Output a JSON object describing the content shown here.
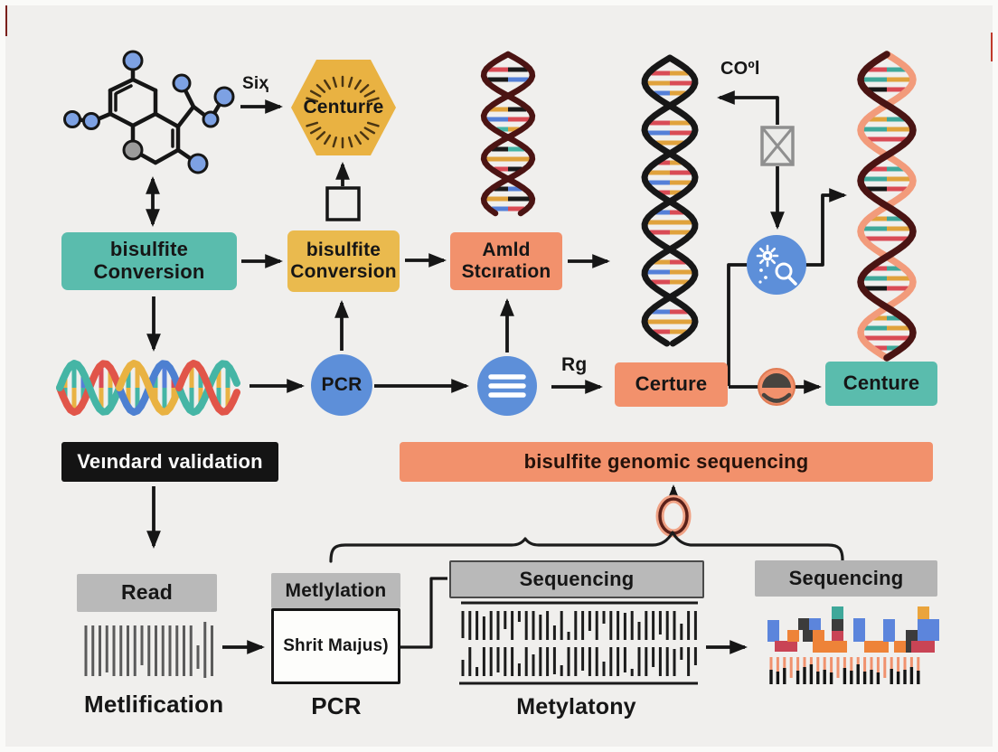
{
  "palette": {
    "background": "#f0efed",
    "teal": "#5abcad",
    "gold": "#eaba4e",
    "salmon": "#f2916c",
    "blue": "#5d8fd9",
    "gray_box": "#b9b9b9",
    "black": "#141414"
  },
  "labels": {
    "six": "Siҳ",
    "hexagon": "Centurre",
    "co2": "COºl",
    "teal_box_line1": "bisulfite",
    "teal_box_line2": "Conversion",
    "gold_box_line1": "bisulfite",
    "gold_box_line2": "Conversion",
    "amld_box_line1": "Amld",
    "amld_box_line2": "Stcıration",
    "pcr_circle": "PCR",
    "rg": "Rg",
    "certure": "Certure",
    "centure": "Centure",
    "validation": "Veındard validation",
    "banner": "bisulfite genomic sequencing",
    "read": "Read",
    "metlification": "Metlification",
    "metlylation": "Metlylation",
    "shrit": "Shrit Maıjus)",
    "pcr_caption": "PCR",
    "sequencing_mid": "Sequencing",
    "sequencing_right": "Sequencing",
    "metylatony": "Metylatony"
  }
}
